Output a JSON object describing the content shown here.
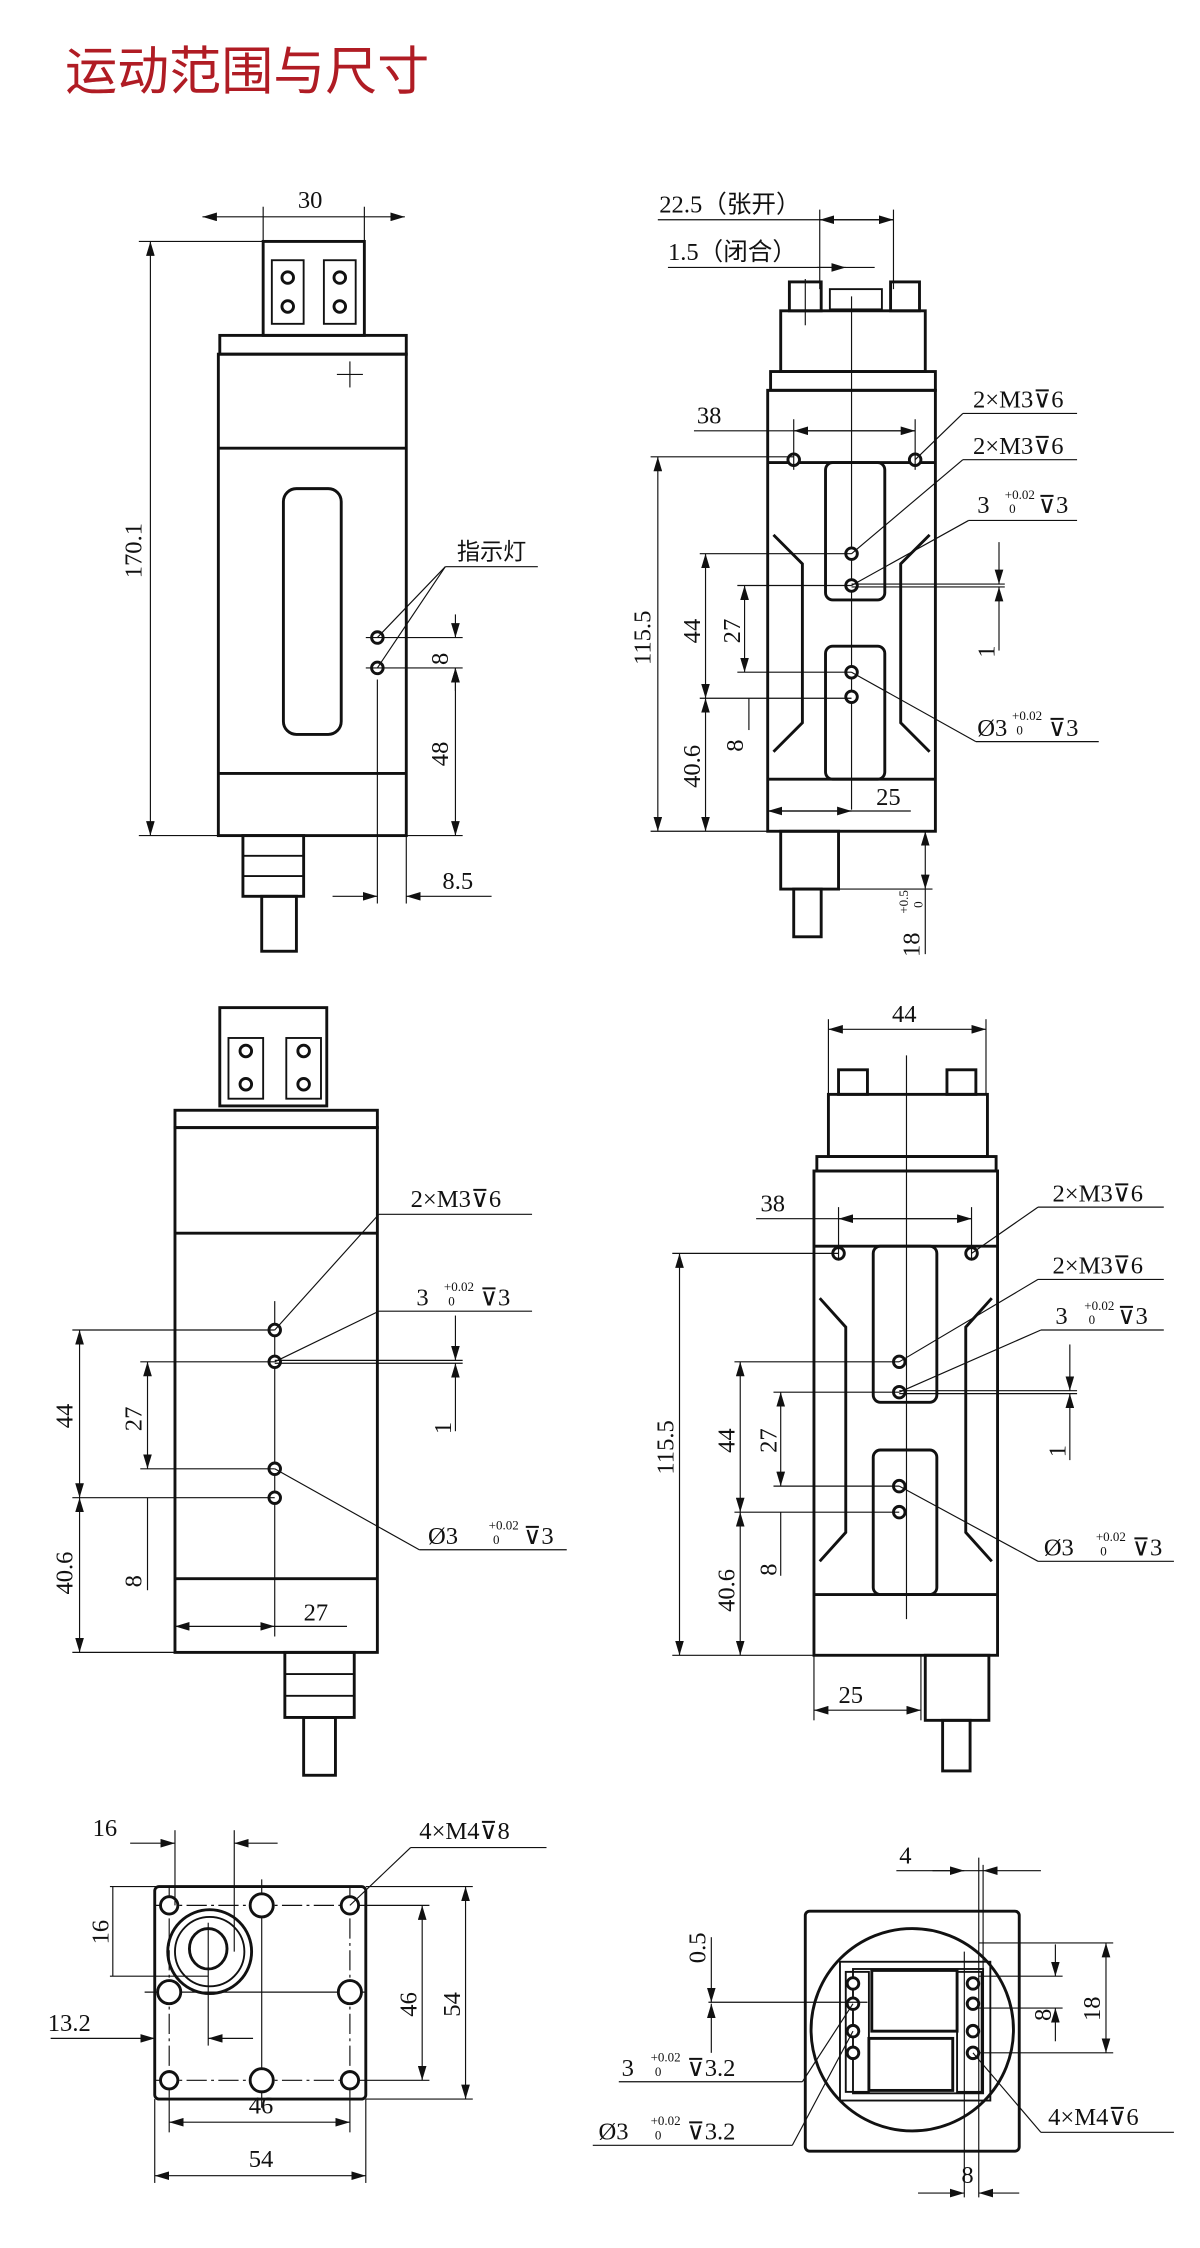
{
  "title": "运动范围与尺寸",
  "colors": {
    "title": "#b01c24",
    "line": "#111111"
  },
  "side_view": {
    "width": "30",
    "height": "170.1",
    "indicator_label": "指示灯",
    "led_spacing": "8",
    "led_height": "48",
    "led_offset": "8.5"
  },
  "front_view": {
    "open_stroke": "22.5（张开）",
    "closed_stroke": "1.5（闭合）",
    "m3_top": "2×M3⊽6",
    "m3_mid": "2×M3⊽6",
    "pin_hole": "3",
    "pin_depth": "⊽3",
    "tol_upper": "+0.02",
    "tol_lower": "0",
    "dowel": "Ø3",
    "dowel_depth": "⊽3",
    "hole_spacing": "38",
    "height": "115.5",
    "dim_44": "44",
    "dim_27": "27",
    "dim_1": "1",
    "dim_8": "8",
    "dim_40_6": "40.6",
    "dim_25": "25",
    "cable": "18",
    "cable_tol_upper": "+0.5",
    "cable_tol_lower": "0"
  },
  "back_view": {
    "m3_top": "2×M3⊽6",
    "pin_hole": "3",
    "pin_depth": "⊽3",
    "tol_upper": "+0.02",
    "tol_lower": "0",
    "dowel": "Ø3",
    "dowel_depth": "⊽3",
    "dim_44": "44",
    "dim_27": "27",
    "dim_1": "1",
    "dim_8": "8",
    "dim_40_6": "40.6",
    "dim_27_bottom": "27"
  },
  "rear_view": {
    "head_width": "44",
    "hole_spacing": "38",
    "m3_top": "2×M3⊽6",
    "m3_mid": "2×M3⊽6",
    "pin_hole": "3",
    "pin_depth": "⊽3",
    "tol_upper": "+0.02",
    "tol_lower": "0",
    "dowel": "Ø3",
    "dowel_depth": "⊽3",
    "height": "115.5",
    "dim_44": "44",
    "dim_27": "27",
    "dim_1": "1",
    "dim_8": "8",
    "dim_40_6": "40.6",
    "dim_25": "25"
  },
  "bottom_view": {
    "dim_16_x": "16",
    "dim_16_y": "16",
    "dim_13_2": "13.2",
    "threads": "4×M4⊽8",
    "dim_46_v": "46",
    "dim_54_v": "54",
    "dim_46_h": "46",
    "dim_54_h": "54"
  },
  "top_view": {
    "dim_4": "4",
    "dim_0_5": "0.5",
    "dim_8_v": "8",
    "dim_18": "18",
    "pin_hole": "3",
    "pin_depth": "⊽3.2",
    "tol_upper": "+0.02",
    "tol_lower": "0",
    "dowel": "Ø3",
    "dowel_depth": "⊽3.2",
    "threads": "4×M4⊽6",
    "dim_8_h": "8"
  }
}
